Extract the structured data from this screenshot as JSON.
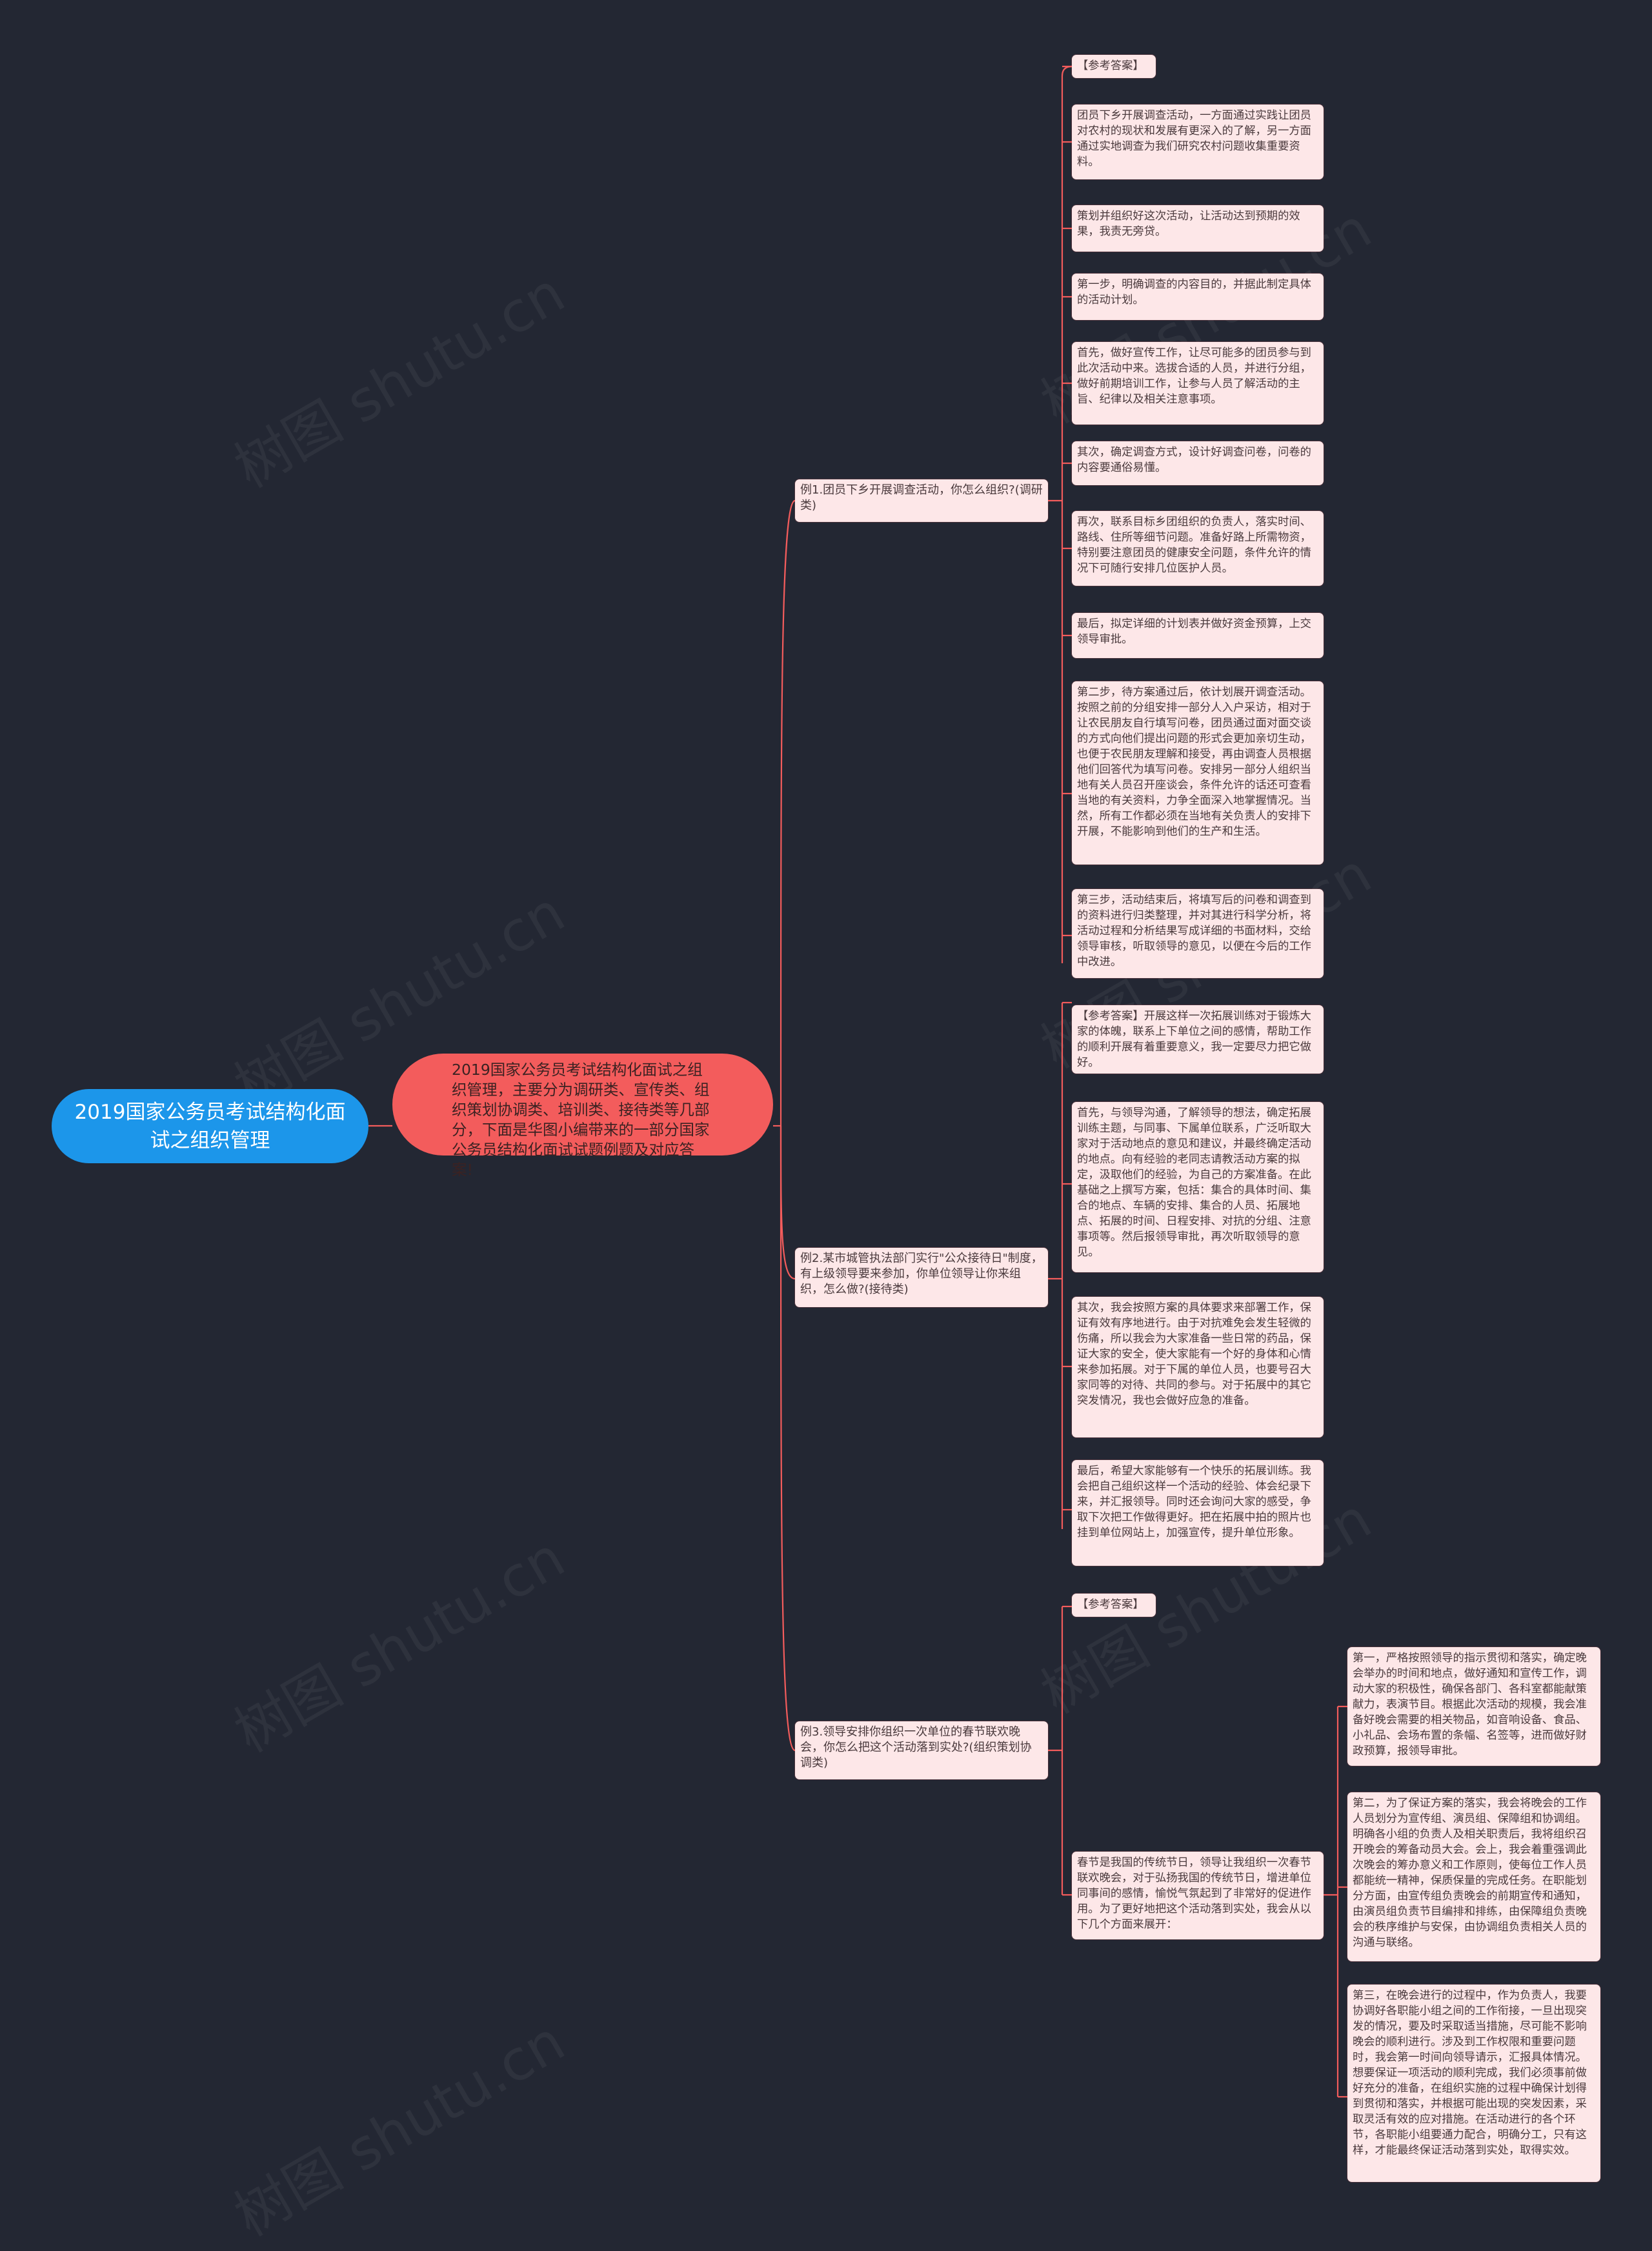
{
  "title": "2019国家公务员考试结构化面试之组织管理",
  "intro": "2019国家公务员考试结构化面试之组织管理，主要分为调研类、宣传类、组织策划协调类、培训类、接待类等几部分，下面是华图小编带来的一部分国家公务员结构化面试试题例题及对应答案!",
  "watermark": "树图 shutu.cn",
  "colors": {
    "background": "#232733",
    "root": "#1c96ea",
    "intro": "#f35c5c",
    "card": "#fde7e8",
    "line": "#f35c5c"
  },
  "q1": {
    "question": "例1.团员下乡开展调查活动，你怎么组织?(调研类)",
    "answers": [
      "【参考答案】",
      "团员下乡开展调查活动，一方面通过实践让团员对农村的现状和发展有更深入的了解，另一方面通过实地调查为我们研究农村问题收集重要资料。",
      "策划并组织好这次活动，让活动达到预期的效果，我责无旁贷。",
      "第一步，明确调查的内容目的，并据此制定具体的活动计划。",
      "首先，做好宣传工作，让尽可能多的团员参与到此次活动中来。选拔合适的人员，并进行分组，做好前期培训工作，让参与人员了解活动的主旨、纪律以及相关注意事项。",
      "其次，确定调查方式，设计好调查问卷，问卷的内容要通俗易懂。",
      "再次，联系目标乡团组织的负责人，落实时间、路线、住所等细节问题。准备好路上所需物资，特别要注意团员的健康安全问题，条件允许的情况下可随行安排几位医护人员。",
      "最后，拟定详细的计划表并做好资金预算，上交领导审批。",
      "第二步，待方案通过后，依计划展开调查活动。按照之前的分组安排一部分人入户采访，相对于让农民朋友自行填写问卷，团员通过面对面交谈的方式向他们提出问题的形式会更加亲切生动，也便于农民朋友理解和接受，再由调查人员根据他们回答代为填写问卷。安排另一部分人组织当地有关人员召开座谈会，条件允许的话还可查看当地的有关资料，力争全面深入地掌握情况。当然，所有工作都必须在当地有关负责人的安排下开展，不能影响到他们的生产和生活。",
      "第三步，活动结束后，将填写后的问卷和调查到的资料进行归类整理，并对其进行科学分析，将活动过程和分析结果写成详细的书面材料，交给领导审核，听取领导的意见，以便在今后的工作中改进。"
    ]
  },
  "q2": {
    "question": "例2.某市城管执法部门实行\"公众接待日\"制度，有上级领导要来参加，你单位领导让你来组织，怎么做?(接待类)",
    "answers": [
      "【参考答案】开展这样一次拓展训练对于锻炼大家的体魄，联系上下单位之间的感情，帮助工作的顺利开展有着重要意义，我一定要尽力把它做好。",
      "首先，与领导沟通，了解领导的想法，确定拓展训练主题，与同事、下属单位联系，广泛听取大家对于活动地点的意见和建议，并最终确定活动的地点。向有经验的老同志请教活动方案的拟定，汲取他们的经验，为自己的方案准备。在此基础之上撰写方案，包括：集合的具体时间、集合的地点、车辆的安排、集合的人员、拓展地点、拓展的时间、日程安排、对抗的分组、注意事项等。然后报领导审批，再次听取领导的意见。",
      "其次，我会按照方案的具体要求来部署工作，保证有效有序地进行。由于对抗难免会发生轻微的伤痛，所以我会为大家准备一些日常的药品，保证大家的安全，使大家能有一个好的身体和心情来参加拓展。对于下属的单位人员，也要号召大家同等的对待、共同的参与。对于拓展中的其它突发情况，我也会做好应急的准备。",
      "最后，希望大家能够有一个快乐的拓展训练。我会把自己组织这样一个活动的经验、体会纪录下来，并汇报领导。同时还会询问大家的感受，争取下次把工作做得更好。把在拓展中拍的照片也挂到单位网站上，加强宣传，提升单位形象。"
    ]
  },
  "q3": {
    "question": "例3.领导安排你组织一次单位的春节联欢晚会，你怎么把这个活动落到实处?(组织策划协调类)",
    "label": "【参考答案】",
    "main": "春节是我国的传统节日，领导让我组织一次春节联欢晚会，对于弘扬我国的传统节日，增进单位同事间的感情，愉悦气氛起到了非常好的促进作用。为了更好地把这个活动落到实处，我会从以下几个方面来展开：",
    "steps": [
      "第一，严格按照领导的指示贯彻和落实，确定晚会举办的时间和地点，做好通知和宣传工作，调动大家的积极性，确保各部门、各科室都能献策献力，表演节目。根据此次活动的规模，我会准备好晚会需要的相关物品，如音响设备、食品、小礼品、会场布置的条幅、名签等，进而做好财政预算，报领导审批。",
      "第二，为了保证方案的落实，我会将晚会的工作人员划分为宣传组、演员组、保障组和协调组。明确各小组的负责人及相关职责后，我将组织召开晚会的筹备动员大会。会上，我会着重强调此次晚会的筹办意义和工作原则，使每位工作人员都能统一精神，保质保量的完成任务。在职能划分方面，由宣传组负责晚会的前期宣传和通知，由演员组负责节目编排和排练，由保障组负责晚会的秩序维护与安保，由协调组负责相关人员的沟通与联络。",
      "第三，在晚会进行的过程中，作为负责人，我要协调好各职能小组之间的工作衔接，一旦出现突发的情况，要及时采取适当措施，尽可能不影响晚会的顺利进行。涉及到工作权限和重要问题时，我会第一时间向领导请示，汇报具体情况。想要保证一项活动的顺利完成，我们必须事前做好充分的准备，在组织实施的过程中确保计划得到贯彻和落实，并根据可能出现的突发因素，采取灵活有效的应对措施。在活动进行的各个环节，各职能小组要通力配合，明确分工，只有这样，才能最终保证活动落到实处，取得实效。"
    ]
  }
}
